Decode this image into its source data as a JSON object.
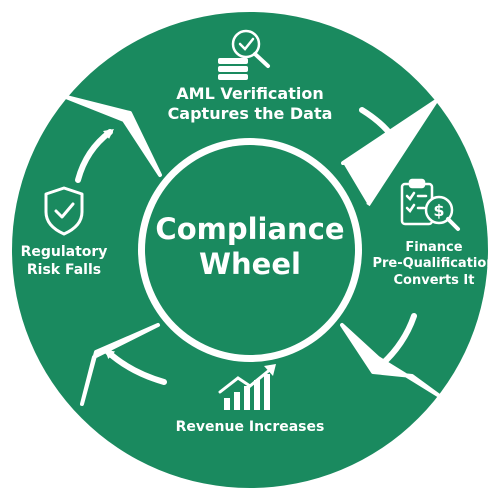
{
  "colors": {
    "wheel_green": "#1a8a5f",
    "divider": "#ffffff",
    "text": "#ffffff"
  },
  "center": {
    "line1": "Compliance",
    "line2": "Wheel"
  },
  "segments": [
    {
      "id": "aml",
      "line1": "AML Verification",
      "line2": "Captures the Data",
      "icon": "database-check-magnifier-icon"
    },
    {
      "id": "finance",
      "line1": "Finance",
      "line2": "Pre-Qualification",
      "line3": "Converts It",
      "icon": "clipboard-dollar-magnifier-icon"
    },
    {
      "id": "revenue",
      "line1": "Revenue Increases",
      "icon": "bar-chart-trend-icon"
    },
    {
      "id": "risk",
      "line1": "Regulatory",
      "line2": "Risk Falls",
      "icon": "shield-check-icon"
    }
  ]
}
